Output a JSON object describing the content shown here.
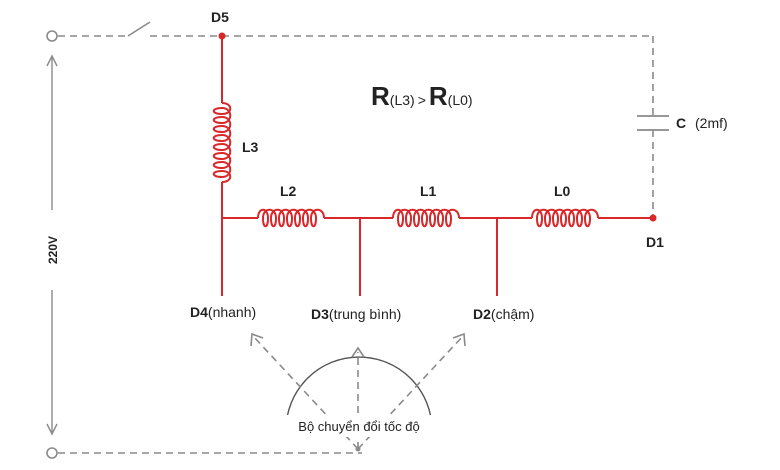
{
  "nodes": {
    "d5": "D5",
    "d1": "D1",
    "d4": "D4",
    "d4_suffix": "(nhanh)",
    "d3": "D3",
    "d3_suffix": "(trung bình)",
    "d2": "D2",
    "d2_suffix": "(chậm)"
  },
  "coils": {
    "l3": "L3",
    "l2": "L2",
    "l1": "L1",
    "l0": "L0"
  },
  "capacitor": {
    "name": "C",
    "value": "(2mf)"
  },
  "supply_voltage": "220V",
  "relation": {
    "left_letter": "R",
    "left_sub": "(L3)",
    "operator": ">",
    "right_letter": "R",
    "right_sub": "(L0)"
  },
  "speed_switch_label": "Bộ chuyển đổi tốc độ",
  "colors": {
    "winding": "#d9272a",
    "dashed_wire": "#8a8a8a",
    "text": "#222222"
  }
}
